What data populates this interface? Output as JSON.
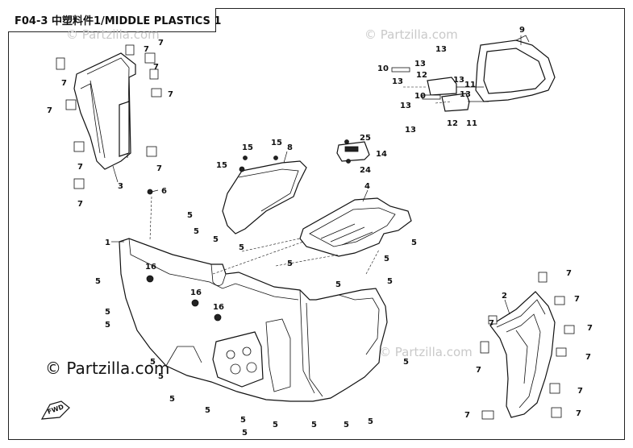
{
  "header": {
    "title": "F04-3 中塑料件1/MIDDLE PLASTICS 1"
  },
  "watermarks": {
    "top_left": "© Partzilla.com",
    "top_right": "© Partzilla.com",
    "center": "© Partzilla.com",
    "main": "© Partzilla.com"
  },
  "fwd_label": "FWD",
  "callouts": {
    "c1": "1",
    "c2": "2",
    "c3": "3",
    "c4": "4",
    "c6": "6",
    "c8": "8",
    "c9": "9",
    "c10a": "10",
    "c10b": "10",
    "c11a": "11",
    "c11b": "11",
    "c12a": "12",
    "c12b": "12",
    "c13a": "13",
    "c13b": "13",
    "c13c": "13",
    "c13d": "13",
    "c13e": "13",
    "c13f": "13",
    "c13g": "13",
    "c14": "14",
    "c15a": "15",
    "c15b": "15",
    "c15c": "15",
    "c16a": "16",
    "c16b": "16",
    "c16c": "16",
    "c24": "24",
    "c25": "25",
    "c5a": "5",
    "c5b": "5",
    "c5c": "5",
    "c5d": "5",
    "c5e": "5",
    "c5f": "5",
    "c5g": "5",
    "c5h": "5",
    "c5i": "5",
    "c5j": "5",
    "c5k": "5",
    "c5l": "5",
    "c5m": "5",
    "c5n": "5",
    "c5o": "5",
    "c5p": "5",
    "c5q": "5",
    "c5r": "5",
    "c5s": "5",
    "c5t": "5",
    "c5u": "5",
    "c5v": "5",
    "c5w": "5",
    "c7a": "7",
    "c7b": "7",
    "c7c": "7",
    "c7d": "7",
    "c7e": "7",
    "c7f": "7",
    "c7g": "7",
    "c7h": "7",
    "c7i": "7",
    "c7j": "7",
    "c7k": "7",
    "c7l": "7",
    "c7m": "7",
    "c7n": "7",
    "c7o": "7",
    "c7p": "7",
    "c7q": "7",
    "c7r": "7"
  }
}
